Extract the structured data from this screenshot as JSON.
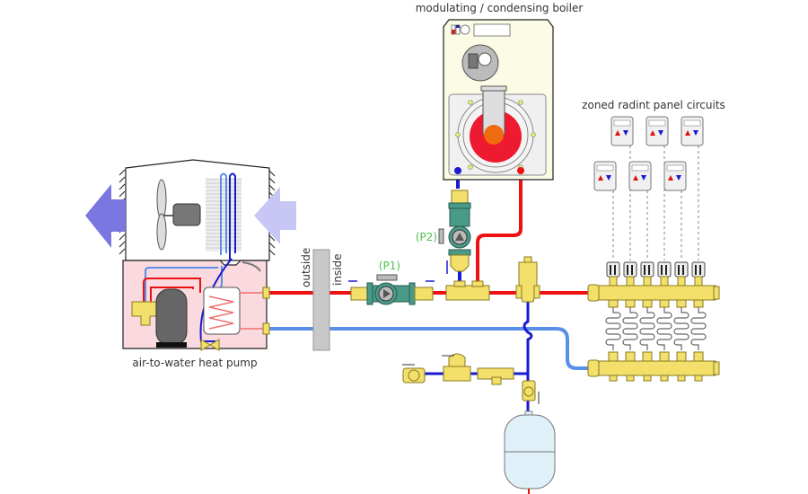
{
  "labels": {
    "boiler": "modulating / condensing boiler",
    "radiant": "zoned radint panel circuits",
    "heatpump": "air-to-water heat pump",
    "outside": "outside",
    "inside": "inside",
    "p1": "(P1)",
    "p2": "(P2)"
  },
  "colors": {
    "supply": "#ee1111",
    "return_light": "#5a8fe8",
    "return_dark": "#1a1ad0",
    "brass": "#f2e06a",
    "brass_stroke": "#8a7a20",
    "pump_body": "#4a9a88",
    "hp_cabinet": "#fadadf",
    "tank": "#dff0f8",
    "wall": "#c8c8c8"
  },
  "thermostats": {
    "count": 6
  },
  "manifold": {
    "circuits": 6
  }
}
